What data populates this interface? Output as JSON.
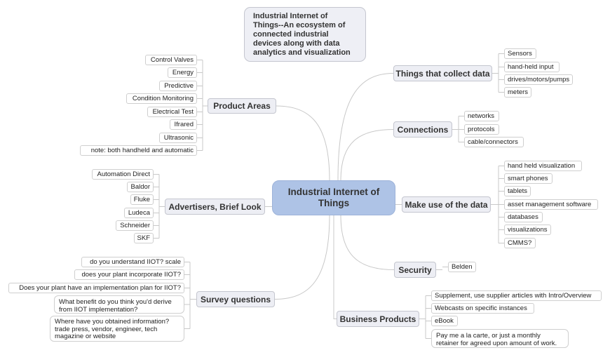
{
  "central": {
    "label": "Industrial Internet of Things"
  },
  "floating_topic": {
    "label": "Industrial Internet of Things--An ecosystem of connected industrial devices along with data analytics and visualization"
  },
  "colors": {
    "central_fill": "#aec3e6",
    "topic_fill": "#edeef4",
    "line": "#c8c8c8"
  },
  "left_branches": [
    {
      "label": "Product Areas",
      "children": [
        "Control Valves",
        "Energy",
        "Predictive",
        "Condition Monitoring",
        "Electrical Test",
        "Ifrared",
        "Ultrasonic",
        "note: both handheld and automatic"
      ]
    },
    {
      "label": "Advertisers, Brief Look",
      "children": [
        "Automation Direct",
        "Baldor",
        "Fluke",
        "Ludeca",
        "Schneider",
        "SKF"
      ]
    },
    {
      "label": "Survey questions",
      "children": [
        "do you understand IIOT? scale",
        "does your plant incorporate IIOT?",
        "Does your plant have an implementation plan for IIOT?",
        "What benefit do you think you'd derive from IIOT implementation?",
        "Where have you obtained information? trade press, vendor, engineer, tech magazine or website"
      ]
    }
  ],
  "right_branches": [
    {
      "label": "Things that collect data",
      "children": [
        "Sensors",
        "hand-held input",
        "drives/motors/pumps",
        "meters"
      ]
    },
    {
      "label": "Connections",
      "children": [
        "networks",
        "protocols",
        "cable/connectors"
      ]
    },
    {
      "label": "Make use of the data",
      "children": [
        "hand held visualization",
        "smart phones",
        "tablets",
        "asset management software",
        "databases",
        "visualizations",
        "CMMS?"
      ]
    },
    {
      "label": "Security",
      "children": [
        "Belden"
      ]
    },
    {
      "label": "Business Products",
      "children": [
        "Supplement, use supplier articles with Intro/Overview",
        "Webcasts on specific instances",
        "eBook",
        "Pay me a la carte, or just a monthly retainer for agreed upon amount of work."
      ]
    }
  ]
}
